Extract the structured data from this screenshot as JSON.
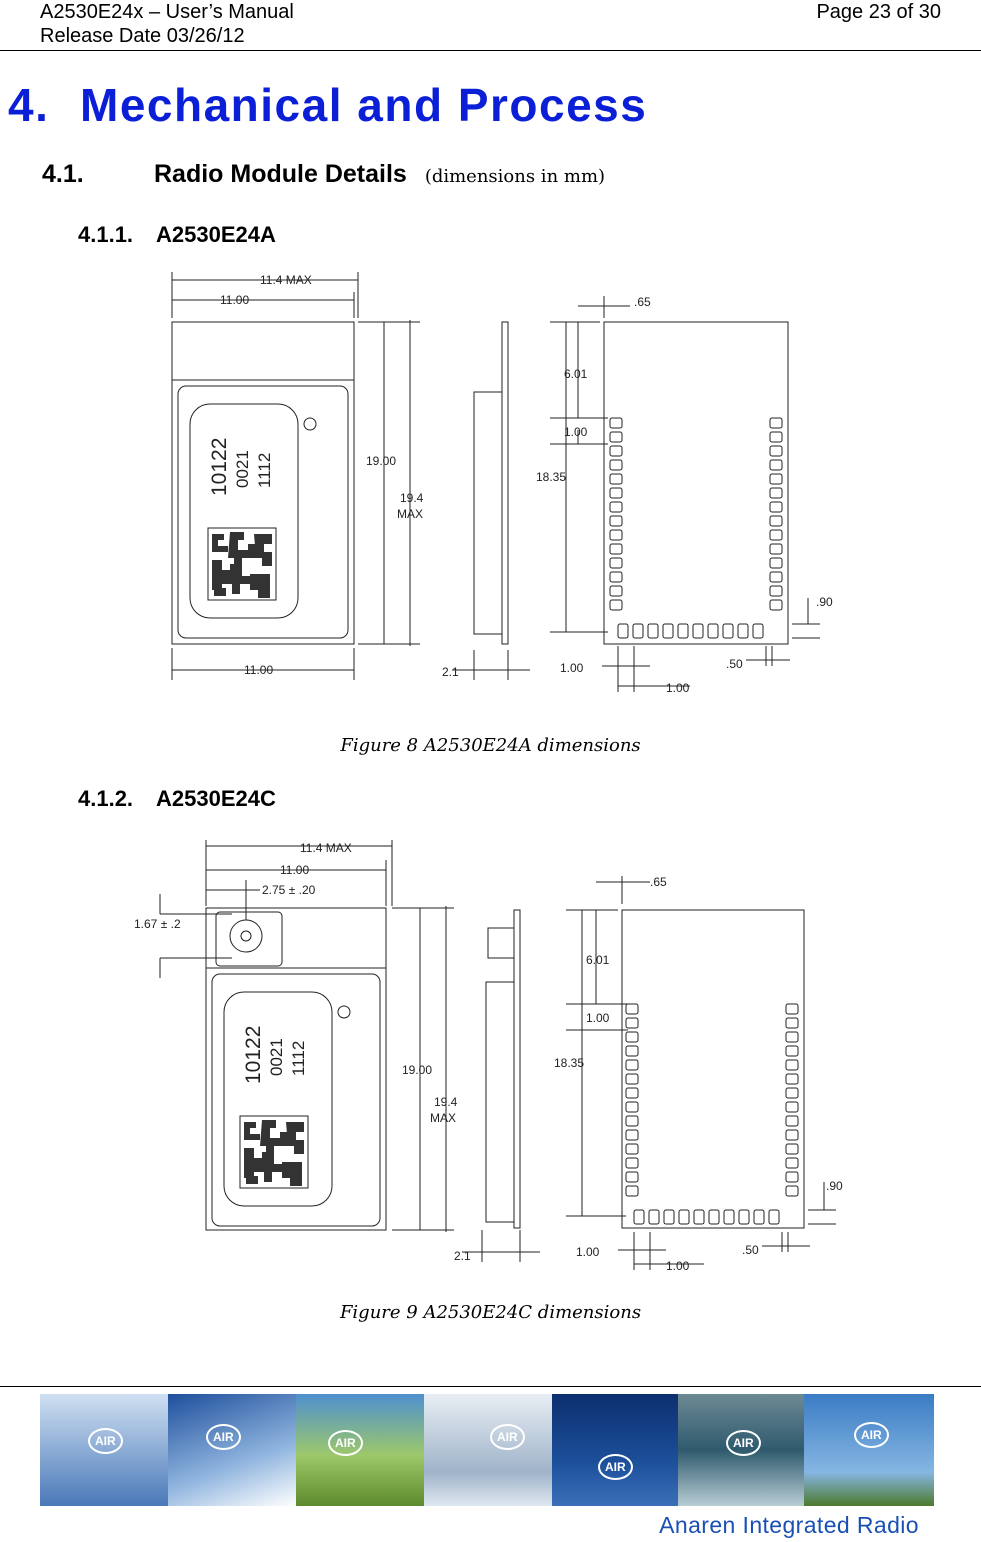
{
  "header": {
    "title": "A2530E24x – User’s Manual",
    "release": "Release Date 03/26/12",
    "page": "Page 23 of 30"
  },
  "section": {
    "number": "4.",
    "title": "Mechanical and Process"
  },
  "subsection": {
    "number": "4.1.",
    "title": "Radio Module Details",
    "note": "(dimensions in mm)"
  },
  "figures": [
    {
      "heading_number": "4.1.1.",
      "heading": "A2530E24A",
      "caption": "Figure 8 A2530E24A dimensions",
      "label_code": [
        "10122",
        "0021",
        "1112"
      ],
      "dims": {
        "max_width": "11.4 MAX",
        "width_top": "11.00",
        "width_bottom": "11.00",
        "height": "19.00",
        "height_max": "19.4",
        "max_word": "MAX",
        "thickness": "2.1",
        "pad_offset": ".65",
        "first_pad": "6.01",
        "pad_pitch": "1.00",
        "pad_span": "18.35",
        "edge_gap": ".90",
        "bottom_pitch": "1.00",
        "bottom_pad": ".50",
        "bottom_pitch2": "1.00"
      }
    },
    {
      "heading_number": "4.1.2.",
      "heading": "A2530E24C",
      "caption": "Figure 9 A2530E24C dimensions",
      "label_code": [
        "10122",
        "0021",
        "1112"
      ],
      "dims": {
        "max_width": "11.4 MAX",
        "width_top": "11.00",
        "connector_x": "2.75 ± .20",
        "connector_y": "1.67 ± .2",
        "height": "19.00",
        "height_max": "19.4",
        "max_word": "MAX",
        "thickness": "2.1",
        "pad_offset": ".65",
        "first_pad": "6.01",
        "pad_pitch": "1.00",
        "pad_span": "18.35",
        "edge_gap": ".90",
        "bottom_pitch": "1.00",
        "bottom_pad": ".50",
        "bottom_pitch2": "1.00"
      }
    }
  ],
  "footer": {
    "badge": "AIR",
    "tagline": "Anaren Integrated Radio",
    "panel_colors": [
      "#4a78b8",
      "#5d8fcf",
      "#6ea03c",
      "#9fb3c9",
      "#1c4f9a",
      "#2f5a6e",
      "#4a86c8"
    ]
  }
}
